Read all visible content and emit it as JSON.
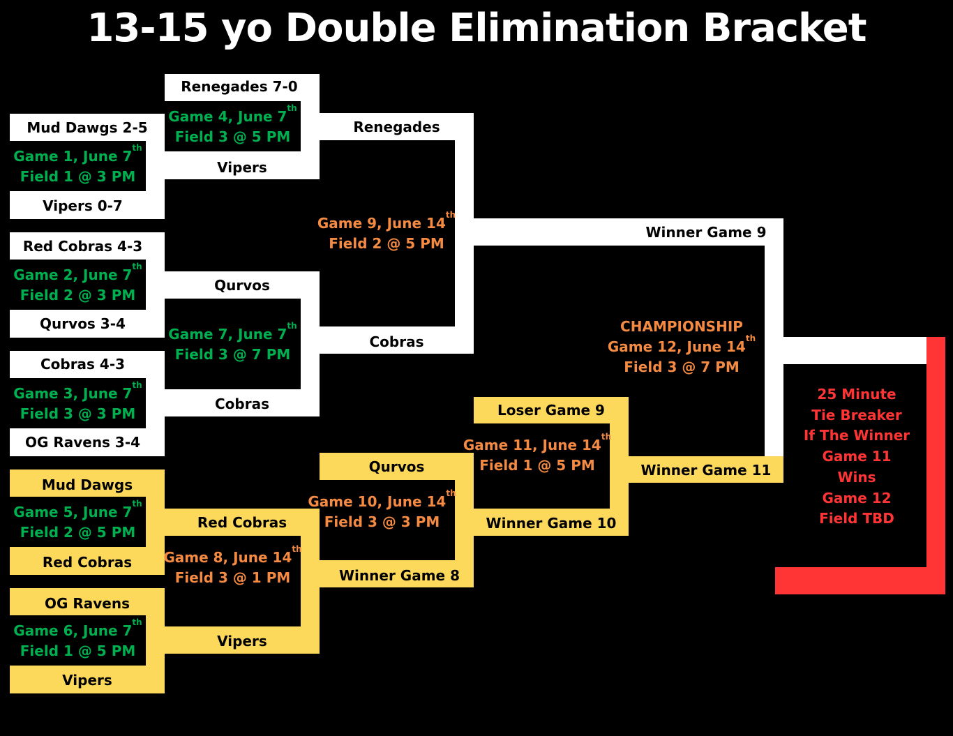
{
  "title": "13-15 yo Double Elimination Bracket",
  "teams": {
    "g1_top": "Mud Dawgs 2-5",
    "g1_bottom": "Vipers 0-7",
    "g2_top": "Red Cobras 4-3",
    "g2_bottom": "Qurvos 3-4",
    "g3_top": "Cobras 4-3",
    "g3_bottom": "OG Ravens 3-4",
    "g4_top": "Renegades 7-0",
    "g4_bottom": "Vipers",
    "g5_top": "Mud Dawgs",
    "g5_bottom": "Red Cobras",
    "g6_top": "OG Ravens",
    "g6_bottom": "Vipers",
    "g7_top": "Qurvos",
    "g7_bottom": "Cobras",
    "g8_top": "Red Cobras",
    "g8_bottom": "Vipers",
    "g9_top": "Renegades",
    "g9_bottom": "Cobras",
    "g10_top": "Qurvos",
    "g10_bottom": "Winner Game 8",
    "g11_top": "Loser Game 9",
    "g11_bottom": "Winner Game 10",
    "g12_top": "Winner Game 9",
    "g12_bottom": "Winner Game 11"
  },
  "games": {
    "g1": {
      "line1": "Game 1, June 7",
      "sup": "th",
      "line2": "Field 1 @ 3 PM"
    },
    "g2": {
      "line1": "Game 2, June 7",
      "sup": "th",
      "line2": "Field 2 @ 3 PM"
    },
    "g3": {
      "line1": "Game 3, June 7",
      "sup": "th",
      "line2": "Field 3 @ 3 PM"
    },
    "g4": {
      "line1": "Game 4, June 7",
      "sup": "th",
      "line2": "Field 3 @ 5 PM"
    },
    "g5": {
      "line1": "Game 5, June 7",
      "sup": "th",
      "line2": "Field 2 @ 5 PM"
    },
    "g6": {
      "line1": "Game 6, June 7",
      "sup": "th",
      "line2": "Field 1 @ 5 PM"
    },
    "g7": {
      "line1": "Game 7, June 7",
      "sup": "th",
      "line2": "Field 3 @ 7 PM"
    },
    "g8": {
      "line1": "Game 8, June 14",
      "sup": "th",
      "line2": "Field 3 @ 1 PM"
    },
    "g9": {
      "line1": "Game 9, June 14",
      "sup": "th",
      "line2": "Field 2 @ 5 PM"
    },
    "g10": {
      "line1": "Game 10, June 14",
      "sup": "th",
      "line2": "Field 3 @ 3 PM"
    },
    "g11": {
      "line1": "Game 11, June 14",
      "sup": "th",
      "line2": "Field  1 @ 5 PM"
    },
    "g12": {
      "heading": "CHAMPIONSHIP",
      "line1": "Game 12, June 14",
      "sup": "th",
      "line2": "Field 3 @ 7 PM"
    }
  },
  "tiebreaker": {
    "lines": [
      "25 Minute",
      "Tie Breaker",
      "If The Winner",
      "Game 11",
      "Wins",
      "Game 12",
      "Field TBD"
    ]
  },
  "colors": {
    "winners_bracket": "#ffffff",
    "losers_bracket": "#fcd95b",
    "tiebreaker": "#ff3535",
    "winners_game_text": "#00b050",
    "later_game_text": "#f58a42",
    "background": "#000000"
  }
}
